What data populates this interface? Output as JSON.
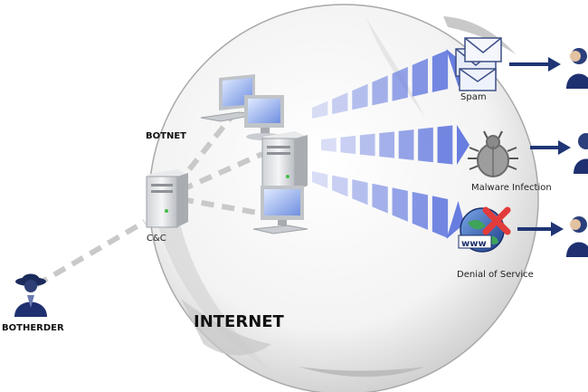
{
  "labels": {
    "botnet": "BOTNET",
    "cc": "C&C",
    "botherder": "BOTHERDER",
    "internet": "INTERNET",
    "spam": "Spam",
    "malware": "Malware Infection",
    "dos": "Denial of Service",
    "www": "www"
  },
  "colors": {
    "beam_light": "#eef2ff",
    "beam_dark": "#6a7fe0",
    "arrow": "#1f3575",
    "globe_edge": "#9a9a9a",
    "dos_cross": "#e23b3b"
  },
  "icons": [
    "botherder-spy-icon",
    "cc-server-icon",
    "laptop-icon",
    "server-tower-icon",
    "desktop-monitor-icon",
    "envelope-icon",
    "bug-icon",
    "globe-icon",
    "person-icon"
  ]
}
